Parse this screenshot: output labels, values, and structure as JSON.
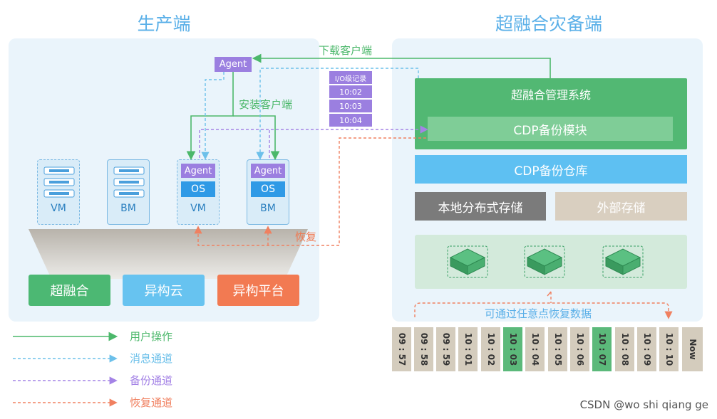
{
  "left": {
    "title": "生产端",
    "platforms": [
      "超融合",
      "异构云",
      "异构平台"
    ],
    "servers": [
      {
        "label": "VM",
        "has_agent": false
      },
      {
        "label": "BM",
        "has_agent": false
      },
      {
        "label": "VM",
        "has_agent": true
      },
      {
        "label": "BM",
        "has_agent": true
      }
    ],
    "agent_label": "Agent",
    "os_label": "OS"
  },
  "right": {
    "title": "超融合灾备端",
    "mgmt": "超融合管理系统",
    "cdp_module": "CDP备份模块",
    "cdp_repo": "CDP备份仓库",
    "local_storage": "本地分布式存储",
    "external_storage": "外部存储",
    "restore_any_point": "可通过任意点恢复数据"
  },
  "middle": {
    "download_client": "下载客户端",
    "install_client": "安装客户端",
    "restore": "恢复",
    "top_agent": "Agent",
    "io_log": {
      "header": "I/O级记录",
      "rows": [
        "10:02",
        "10:03",
        "10:04"
      ]
    }
  },
  "timeline": {
    "slots": [
      "09 : 57",
      "09 : 58",
      "09 : 59",
      "10 : 01",
      "10 : 02",
      "10 : 03",
      "10 : 04",
      "10 : 05",
      "10 : 06",
      "10 : 07",
      "10 : 08",
      "10 : 09",
      "10 : 10",
      "Now"
    ],
    "highlighted": [
      5,
      9
    ]
  },
  "legend": [
    {
      "label": "用户操作",
      "color": "#4cb86b",
      "style": "solid"
    },
    {
      "label": "消息通道",
      "color": "#6cc0ea",
      "style": "dashed"
    },
    {
      "label": "备份通道",
      "color": "#a483e6",
      "style": "dashed"
    },
    {
      "label": "恢复通道",
      "color": "#f08060",
      "style": "dashed"
    }
  ],
  "watermark": "CSDN @wo shi qiang ge",
  "colors": {
    "green": "#5bb97a",
    "blue": "#5ec0f2",
    "orange": "#f07850",
    "purple": "#9b7fe0",
    "gray": "#7c7c7c",
    "beige": "#d8cfc0"
  }
}
